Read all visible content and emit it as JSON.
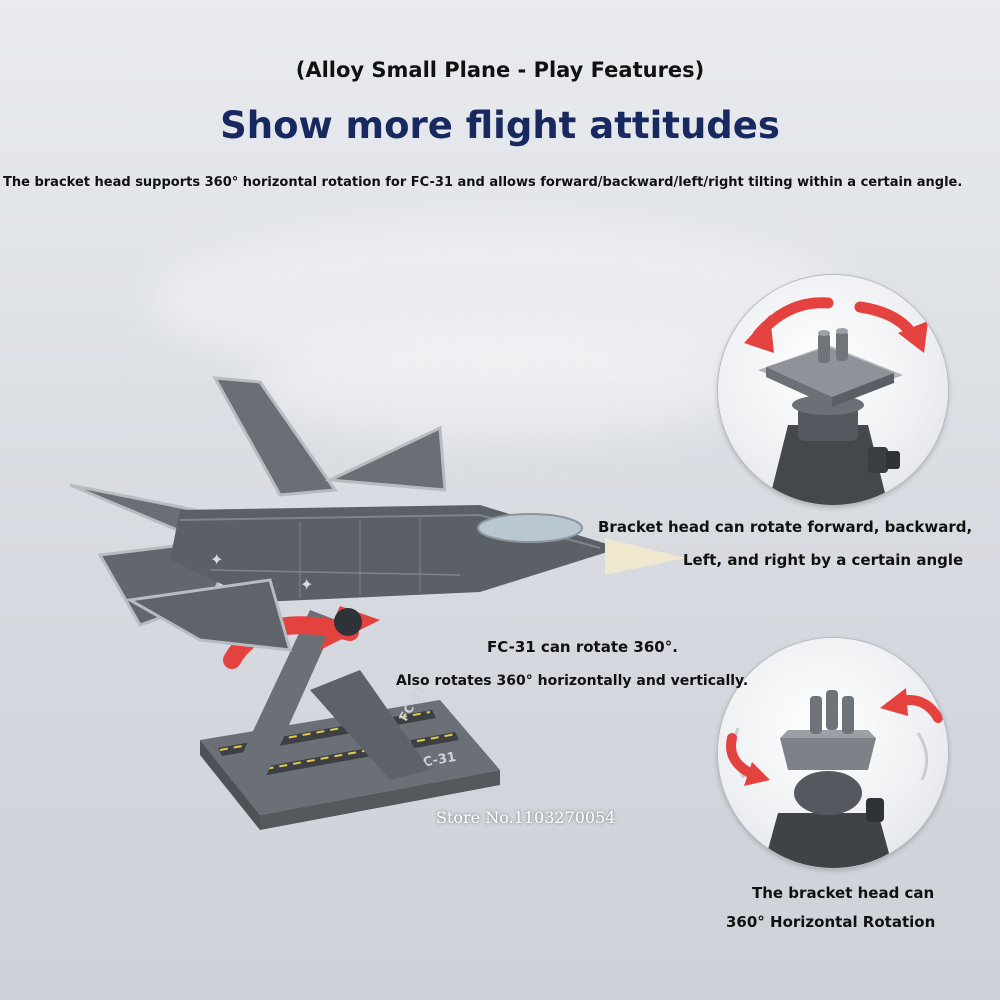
{
  "header": {
    "subtitle": "(Alloy Small Plane - Play Features)",
    "title": "Show more flight attitudes",
    "description": "The bracket head supports 360° horizontal rotation for FC-31 and allows forward/backward/left/right tilting within a certain angle."
  },
  "labels": {
    "tilt_line1": "Bracket head can rotate forward, backward,",
    "tilt_line2": "Left, and right by a certain angle",
    "rotate_line1": "FC-31 can rotate 360°.",
    "rotate_line2": "Also rotates 360° horizontally and vertically.",
    "horizontal_line1": "The bracket head can",
    "horizontal_line2": "360° Horizontal Rotation"
  },
  "base_markings": {
    "text_a": "FC-31",
    "text_b": "FC-31"
  },
  "watermark": "Store No.1103270054",
  "colors": {
    "title_navy": "#18295f",
    "arrow_red": "#e3423e",
    "model_grey": "#5d6268",
    "background": "#dfe2e7"
  }
}
